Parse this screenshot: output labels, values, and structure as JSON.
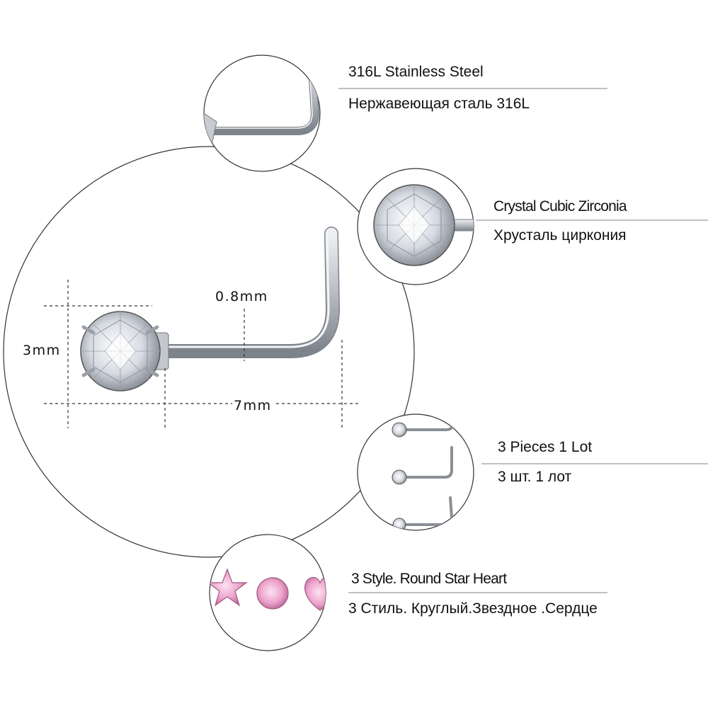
{
  "features": {
    "steel": {
      "en": "316L Stainless Steel",
      "ru": "Нержавеющая сталь 316L"
    },
    "crystal": {
      "en": "Crystal Cubic Zirconia",
      "ru": "Хрусталь циркония"
    },
    "pieces": {
      "en": "3 Pieces 1 Lot",
      "ru": "3 шт. 1 лот"
    },
    "style": {
      "en": "3 Style. Round Star Heart",
      "ru": "3 Стиль. Круглый.Звездное .Сердце"
    }
  },
  "dimensions": {
    "height": "3mm",
    "gauge": "0.8mm",
    "length": "7mm"
  },
  "colors": {
    "steel": "#c9ccd1",
    "steel_dark": "#8a8f96",
    "crystal": "#e8ecf2",
    "pink": "#f0a6cf",
    "outline": "#333333",
    "rule": "#9a9a9a"
  }
}
